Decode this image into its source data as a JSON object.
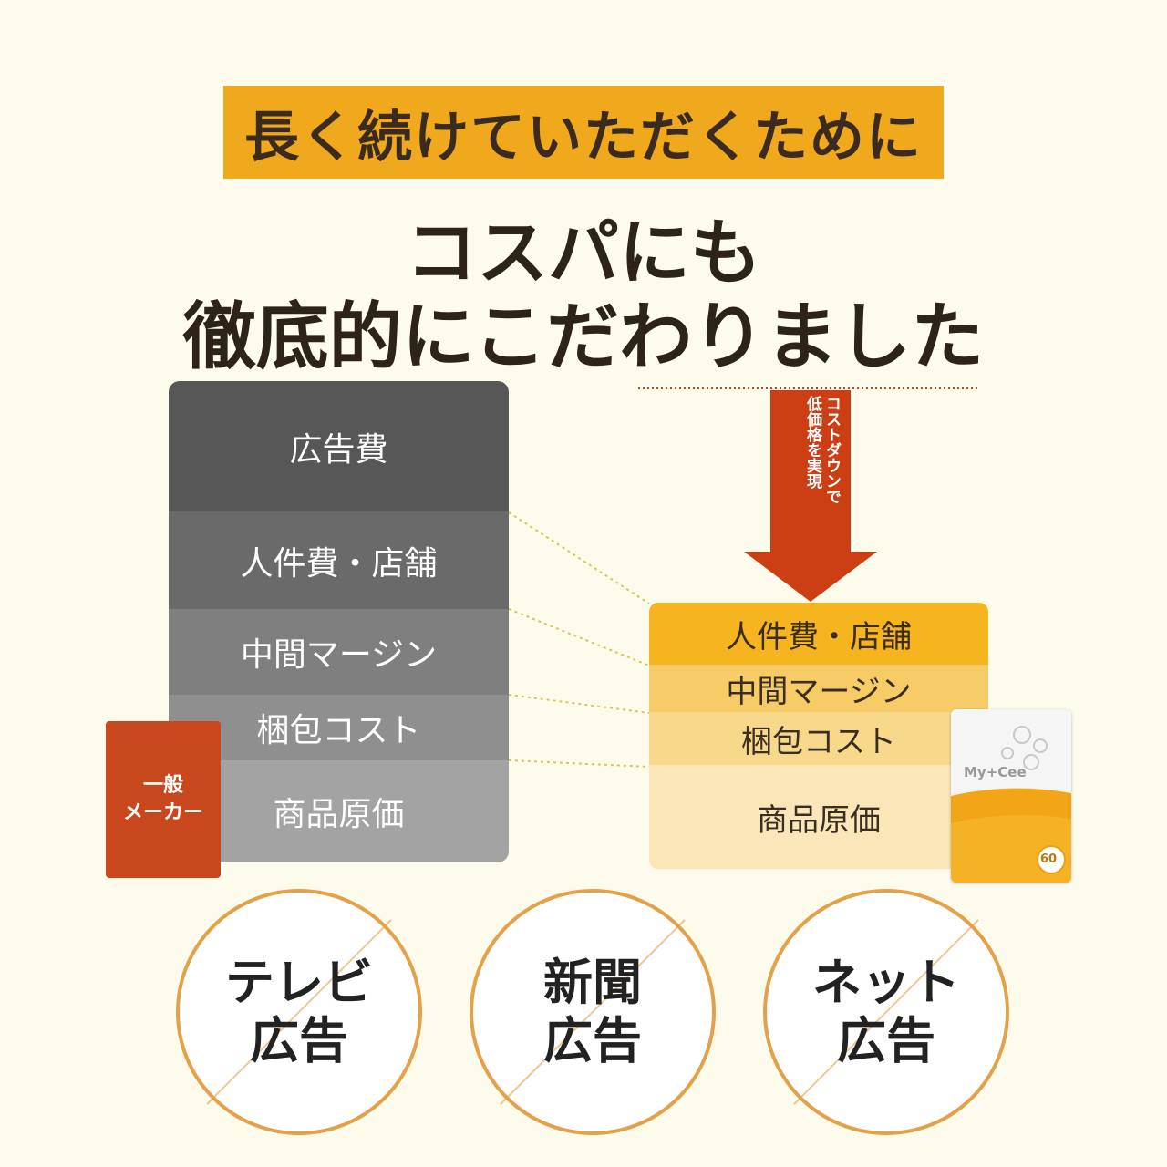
{
  "banner": {
    "text": "長く続けていただくために"
  },
  "headline": {
    "line1": "コスパにも",
    "line2": "徹底的にこだわりました"
  },
  "general_maker": {
    "badge_line1": "一般",
    "badge_line2": "メーカー",
    "segments": [
      "広告費",
      "人件費・店舗",
      "中間マージン",
      "梱包コスト",
      "商品原価"
    ],
    "colors": [
      "#575757",
      "#6a6a6a",
      "#7f7f7f",
      "#8f8f8f",
      "#a3a3a3"
    ]
  },
  "arrow": {
    "text_col1": "コストダウンで",
    "text_col2": "低価格を実現",
    "color": "#cc3f14"
  },
  "our_product": {
    "segments": [
      "人件費・店舗",
      "中間マージン",
      "梱包コスト",
      "商品原価"
    ],
    "colors": [
      "#f6b41e",
      "#f7cc66",
      "#f8d98c",
      "#fae6b8"
    ],
    "brand": "My+Cee",
    "count": "60"
  },
  "ads": [
    {
      "line1": "テレビ",
      "line2": "広告"
    },
    {
      "line1": "新聞",
      "line2": "広告"
    },
    {
      "line1": "ネット",
      "line2": "広告"
    }
  ],
  "colors": {
    "background": "#fdfbec",
    "accent": "#f0a81c",
    "badge": "#c8471d",
    "circle_border": "#e3a14a"
  }
}
